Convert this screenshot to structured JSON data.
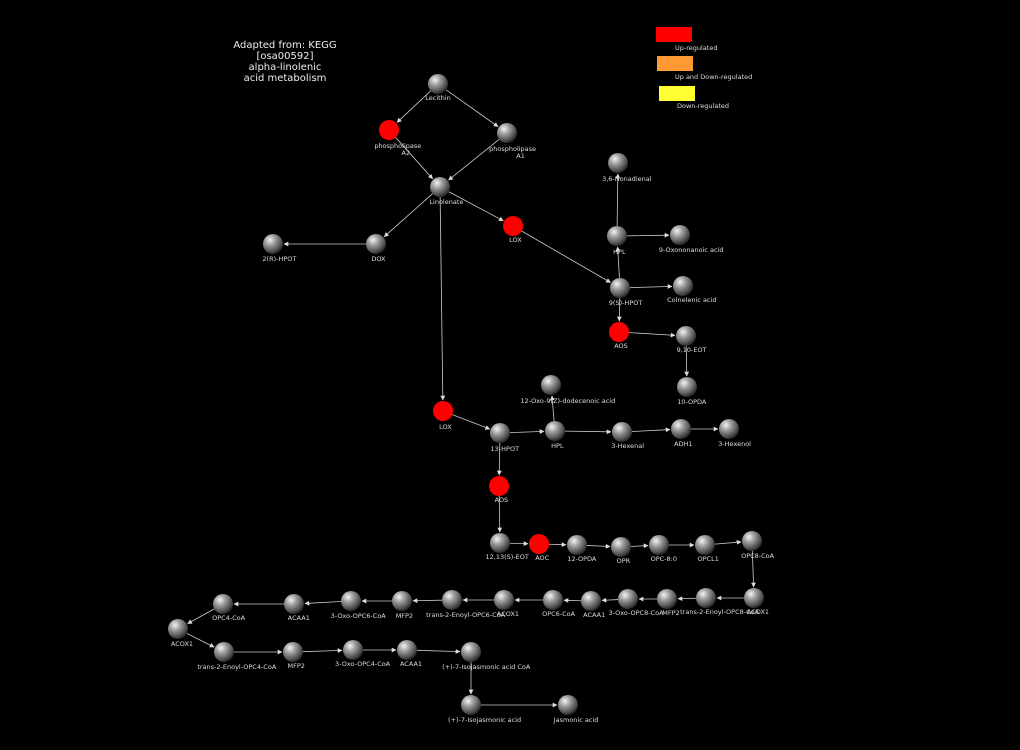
{
  "title": {
    "line1": "Adapted from: KEGG",
    "line2": "[osa00592]",
    "line3": "alpha-linolenic",
    "line4": "acid metabolism"
  },
  "legend": [
    {
      "label": "Up-regulated",
      "color": "#ff0000"
    },
    {
      "label": "Up and Down-regulated",
      "color": "#ff9933"
    },
    {
      "label": "Down-regulated",
      "color": "#ffff33"
    }
  ],
  "colors": {
    "node_gray": "#8a8a8a",
    "up_regulated": "#ff0000",
    "edge": "#cccccc",
    "background": "#000000"
  },
  "nodes": [
    {
      "id": "lecithin",
      "label": "Lecithin",
      "type": "gray"
    },
    {
      "id": "pla2",
      "label": "phospholipase A2",
      "type": "up"
    },
    {
      "id": "pla1",
      "label": "phospholipase A1",
      "type": "gray"
    },
    {
      "id": "linolenate",
      "label": "Linolenate",
      "type": "gray"
    },
    {
      "id": "dox",
      "label": "DOX",
      "type": "gray"
    },
    {
      "id": "hpot2r",
      "label": "2(R)-HPOT",
      "type": "gray"
    },
    {
      "id": "lox1",
      "label": "LOX",
      "type": "up"
    },
    {
      "id": "nonadienal",
      "label": "3,6-Nonadienal",
      "type": "gray"
    },
    {
      "id": "hpl1",
      "label": "HPL",
      "type": "gray"
    },
    {
      "id": "oxononanoic",
      "label": "9-Oxononanoic acid",
      "type": "gray"
    },
    {
      "id": "hpot9s",
      "label": "9(S)-HPOT",
      "type": "gray"
    },
    {
      "id": "colnelenic",
      "label": "Colnelenic acid",
      "type": "gray"
    },
    {
      "id": "aos1",
      "label": "AOS",
      "type": "up"
    },
    {
      "id": "eot910",
      "label": "9,10-EOT",
      "type": "gray"
    },
    {
      "id": "opda10",
      "label": "10-OPDA",
      "type": "gray"
    },
    {
      "id": "lox2",
      "label": "LOX",
      "type": "up"
    },
    {
      "id": "hpot13",
      "label": "13-HPOT",
      "type": "gray"
    },
    {
      "id": "hpl2",
      "label": "HPL",
      "type": "gray"
    },
    {
      "id": "oxododecenoic",
      "label": "12-Oxo-9(Z)-dodecenoic acid",
      "type": "gray"
    },
    {
      "id": "hexenal",
      "label": "3-Hexenal",
      "type": "gray"
    },
    {
      "id": "adh1",
      "label": "ADH1",
      "type": "gray"
    },
    {
      "id": "hexenol",
      "label": "3-Hexenol",
      "type": "gray"
    },
    {
      "id": "aos2",
      "label": "AOS",
      "type": "up"
    },
    {
      "id": "eot1213",
      "label": "12,13(S)-EOT",
      "type": "gray"
    },
    {
      "id": "aoc",
      "label": "AOC",
      "type": "up"
    },
    {
      "id": "opda12",
      "label": "12-OPDA",
      "type": "gray"
    },
    {
      "id": "opr",
      "label": "OPR",
      "type": "gray"
    },
    {
      "id": "opc80",
      "label": "OPC-8:0",
      "type": "gray"
    },
    {
      "id": "opcl1",
      "label": "OPCL1",
      "type": "gray"
    },
    {
      "id": "opc8coa",
      "label": "OPC8-CoA",
      "type": "gray"
    },
    {
      "id": "acox1a",
      "label": "ACOX1",
      "type": "gray"
    },
    {
      "id": "tropc8",
      "label": "trans-2-Enoyl-OPC8-CoA",
      "type": "gray"
    },
    {
      "id": "mfp2a",
      "label": "MFP2",
      "type": "gray"
    },
    {
      "id": "oxoopc8",
      "label": "3-Oxo-OPC8-CoA",
      "type": "gray"
    },
    {
      "id": "acaa1a",
      "label": "ACAA1",
      "type": "gray"
    },
    {
      "id": "opc6coa",
      "label": "OPC6-CoA",
      "type": "gray"
    },
    {
      "id": "acox1b",
      "label": "ACOX1",
      "type": "gray"
    },
    {
      "id": "tropc6",
      "label": "trans-2-Enoyl-OPC6-CoA",
      "type": "gray"
    },
    {
      "id": "mfp2b",
      "label": "MFP2",
      "type": "gray"
    },
    {
      "id": "oxoopc6",
      "label": "3-Oxo-OPC6-CoA",
      "type": "gray"
    },
    {
      "id": "acaa1b",
      "label": "ACAA1",
      "type": "gray"
    },
    {
      "id": "opc4coa",
      "label": "OPC4-CoA",
      "type": "gray"
    },
    {
      "id": "acox1c",
      "label": "ACOX1",
      "type": "gray"
    },
    {
      "id": "tropc4",
      "label": "trans-2-Enoyl-OPC4-CoA",
      "type": "gray"
    },
    {
      "id": "mfp2c",
      "label": "MFP2",
      "type": "gray"
    },
    {
      "id": "oxoopc4",
      "label": "3-Oxo-OPC4-CoA",
      "type": "gray"
    },
    {
      "id": "acaa1c",
      "label": "ACAA1",
      "type": "gray"
    },
    {
      "id": "isojasmcoa",
      "label": "(+)-7-Isojasmonic acid CoA",
      "type": "gray"
    },
    {
      "id": "isojasm",
      "label": "(+)-7-Isojasmonic acid",
      "type": "gray"
    },
    {
      "id": "jasmonic",
      "label": "Jasmonic acid",
      "type": "gray"
    }
  ],
  "edges": [
    [
      "lecithin",
      "pla2"
    ],
    [
      "lecithin",
      "pla1"
    ],
    [
      "pla2",
      "linolenate"
    ],
    [
      "pla1",
      "linolenate"
    ],
    [
      "linolenate",
      "dox"
    ],
    [
      "dox",
      "hpot2r"
    ],
    [
      "linolenate",
      "lox1"
    ],
    [
      "lox1",
      "hpot9s"
    ],
    [
      "linolenate",
      "lox2"
    ],
    [
      "hpot9s",
      "hpl1"
    ],
    [
      "hpl1",
      "nonadienal"
    ],
    [
      "hpl1",
      "oxononanoic"
    ],
    [
      "hpot9s",
      "colnelenic"
    ],
    [
      "hpot9s",
      "aos1"
    ],
    [
      "aos1",
      "eot910"
    ],
    [
      "eot910",
      "opda10"
    ],
    [
      "lox2",
      "hpot13"
    ],
    [
      "hpot13",
      "hpl2"
    ],
    [
      "hpl2",
      "oxododecenoic"
    ],
    [
      "hpl2",
      "hexenal"
    ],
    [
      "hexenal",
      "adh1"
    ],
    [
      "adh1",
      "hexenol"
    ],
    [
      "hpot13",
      "aos2"
    ],
    [
      "aos2",
      "eot1213"
    ],
    [
      "eot1213",
      "aoc"
    ],
    [
      "aoc",
      "opda12"
    ],
    [
      "opda12",
      "opr"
    ],
    [
      "opr",
      "opc80"
    ],
    [
      "opc80",
      "opcl1"
    ],
    [
      "opcl1",
      "opc8coa"
    ],
    [
      "opc8coa",
      "acox1a"
    ],
    [
      "acox1a",
      "tropc8"
    ],
    [
      "tropc8",
      "mfp2a"
    ],
    [
      "mfp2a",
      "oxoopc8"
    ],
    [
      "oxoopc8",
      "acaa1a"
    ],
    [
      "acaa1a",
      "opc6coa"
    ],
    [
      "opc6coa",
      "acox1b"
    ],
    [
      "acox1b",
      "tropc6"
    ],
    [
      "tropc6",
      "mfp2b"
    ],
    [
      "mfp2b",
      "oxoopc6"
    ],
    [
      "oxoopc6",
      "acaa1b"
    ],
    [
      "acaa1b",
      "opc4coa"
    ],
    [
      "opc4coa",
      "acox1c"
    ],
    [
      "acox1c",
      "tropc4"
    ],
    [
      "tropc4",
      "mfp2c"
    ],
    [
      "mfp2c",
      "oxoopc4"
    ],
    [
      "oxoopc4",
      "acaa1c"
    ],
    [
      "acaa1c",
      "isojasmcoa"
    ],
    [
      "isojasmcoa",
      "isojasm"
    ],
    [
      "isojasm",
      "jasmonic"
    ]
  ]
}
